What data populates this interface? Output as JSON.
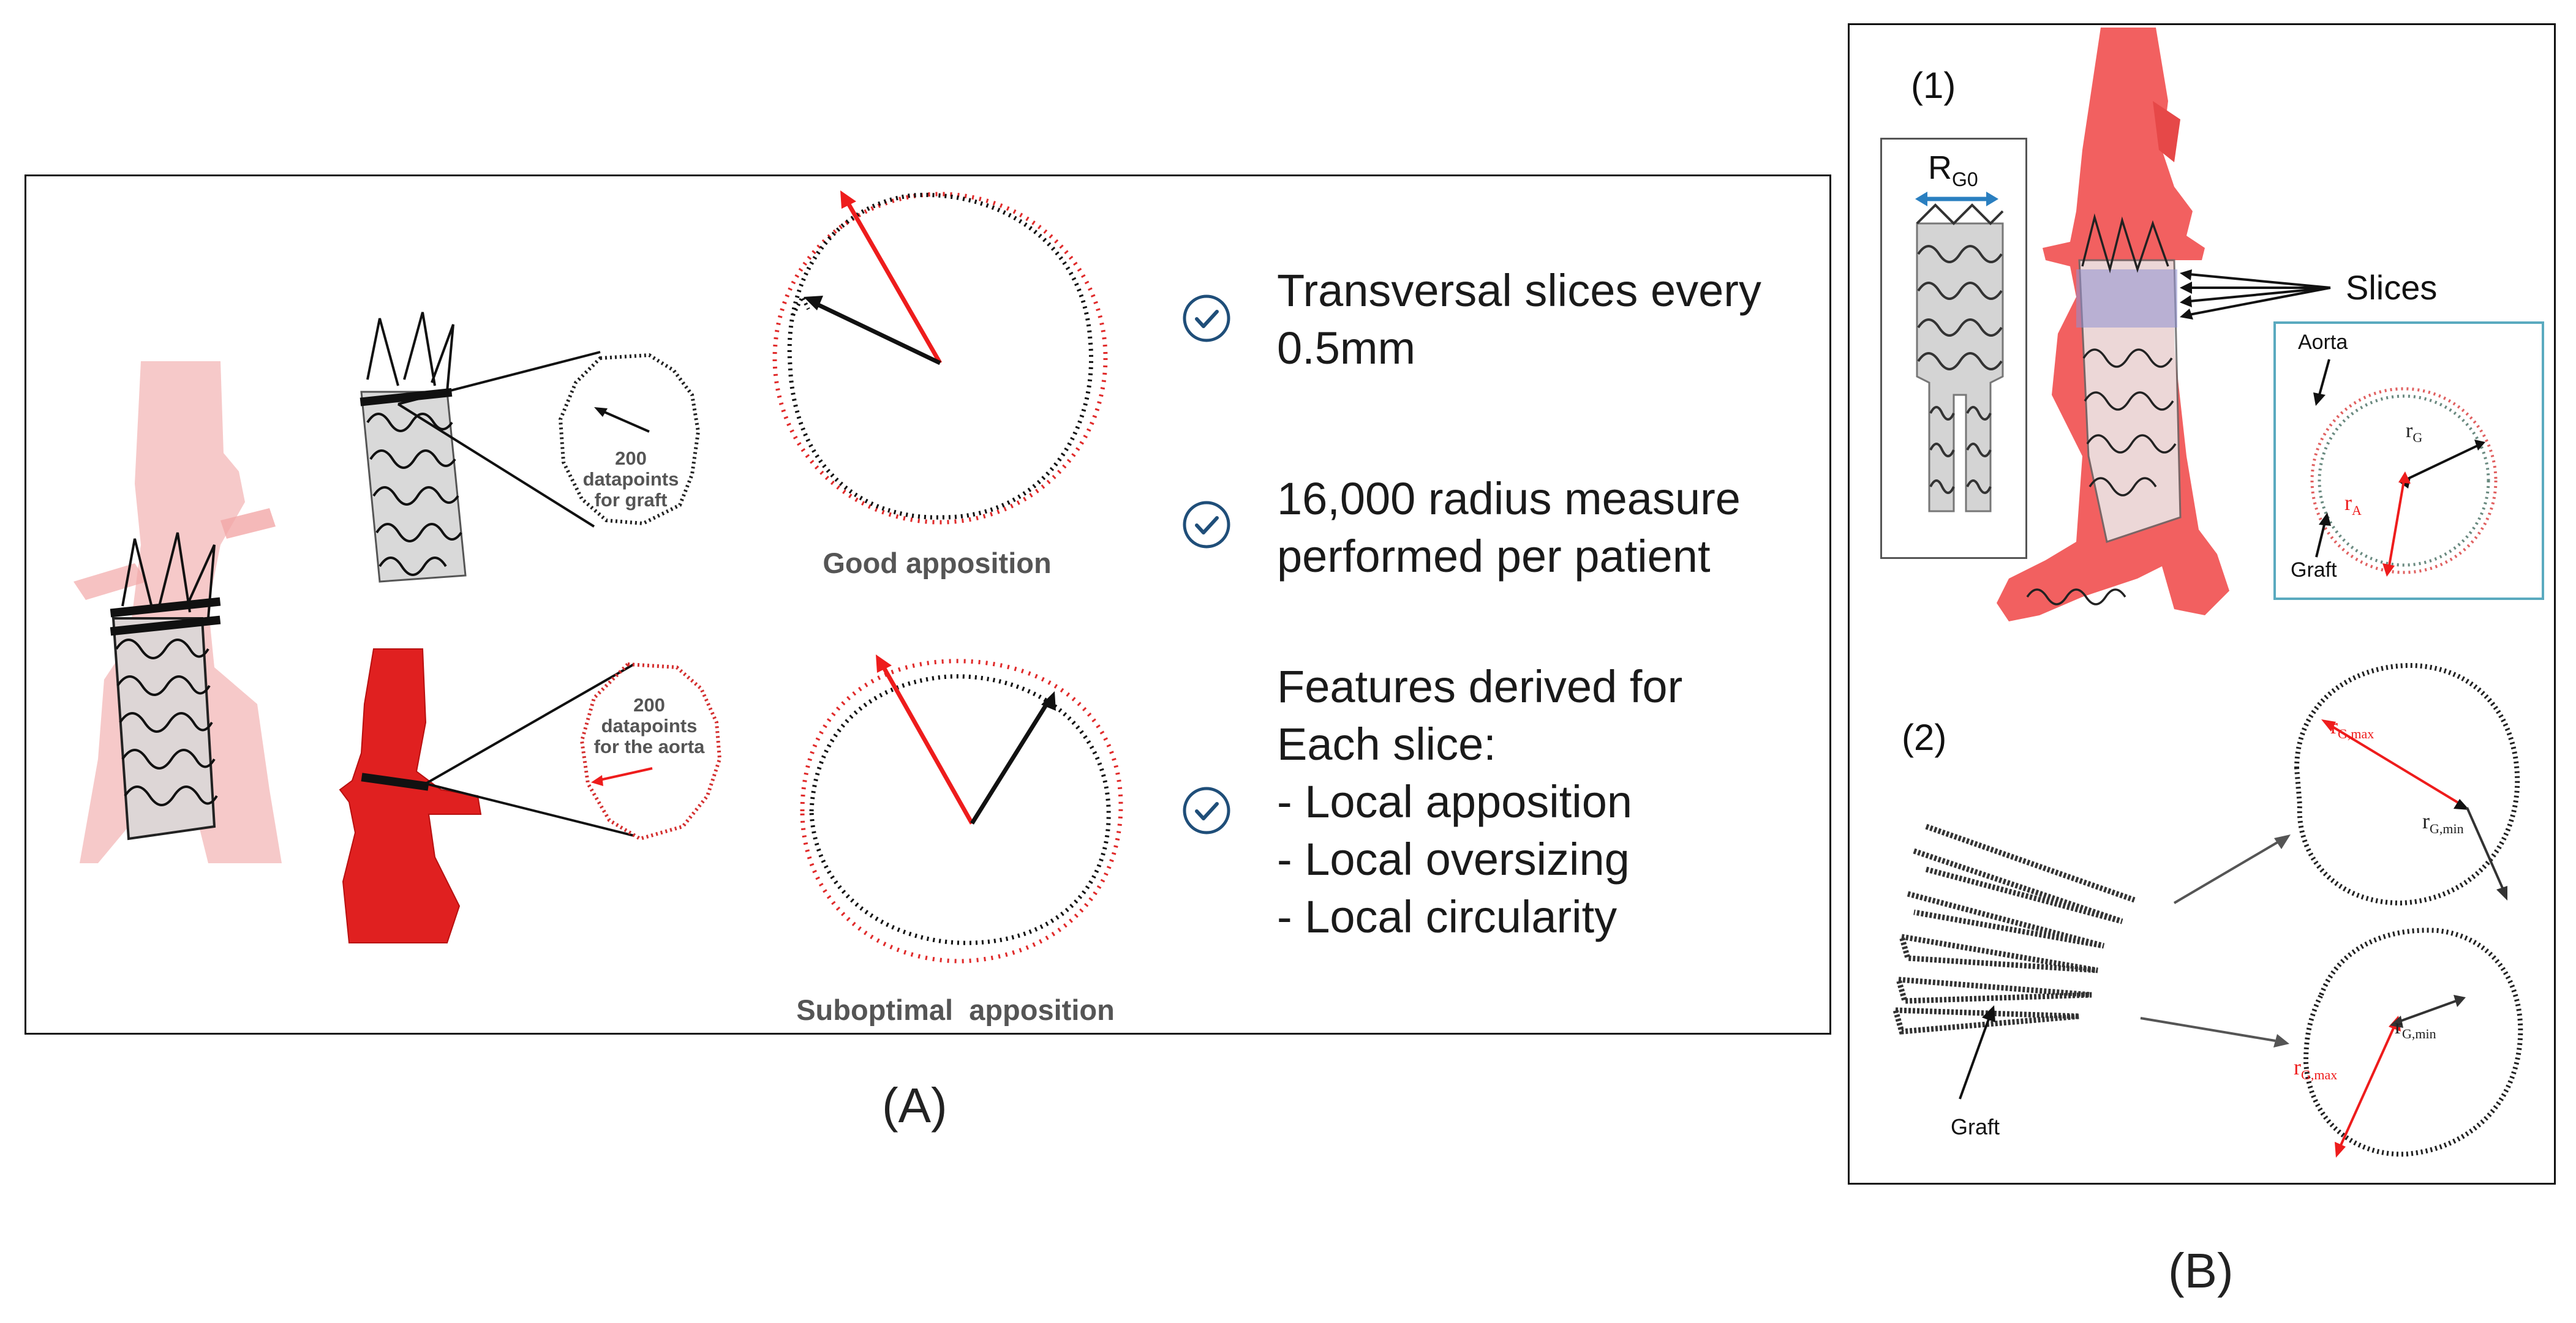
{
  "panel_a": {
    "caption": "(A)",
    "graft_inset_label": "200\ndatapoints\nfor graft",
    "aorta_inset_label": "200\ndatapoints\nfor the aorta",
    "good_label": "Good apposition",
    "subopt_label": "Suboptimal  apposition",
    "features": [
      {
        "icon": "check-circle-icon",
        "lines": [
          "Transversal slices every",
          "0.5mm"
        ]
      },
      {
        "icon": "check-circle-icon",
        "lines": [
          "16,000 radius measure",
          "performed per patient"
        ]
      },
      {
        "icon": "check-circle-icon",
        "lines": [
          "Features derived for",
          "Each slice:",
          "-  Local apposition",
          "-  Local oversizing",
          "-  Local circularity"
        ]
      }
    ]
  },
  "panel_b": {
    "caption": "(B)",
    "part1_label": "(1)",
    "part2_label": "(2)",
    "rg0_main": "R",
    "rg0_sub": "G0",
    "slices_label": "Slices",
    "aorta_label": "Aorta",
    "graft_label": "Graft",
    "rg_main": "r",
    "rg_sub": "G",
    "ra_main": "r",
    "ra_sub": "A",
    "graft_label_2": "Graft",
    "rgmax_main": "r",
    "rgmax_sub": "G,max",
    "rgmin_main": "r",
    "rgmin_sub": "G,min"
  },
  "colors": {
    "aorta_red": "#e43a3a",
    "pink_aorta": "#f2a0a0",
    "radius_red": "#ee1c1c",
    "check_blue": "#1f4e79",
    "teal_frame": "#5aaabf",
    "blue_arrow": "#2a7fc0"
  }
}
